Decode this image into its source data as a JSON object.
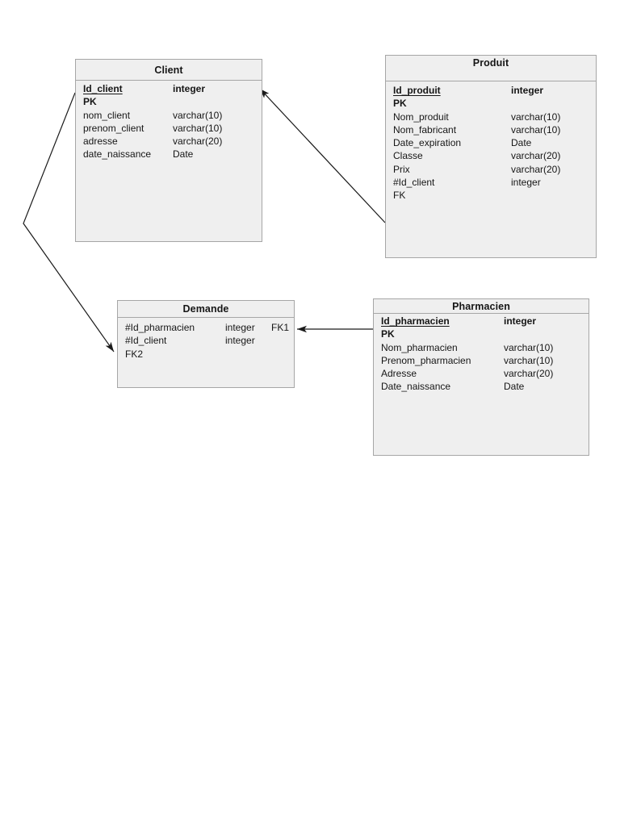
{
  "diagram": {
    "colors": {
      "page_background": "#ffffff",
      "box_fill": "#efefef",
      "box_border": "#a6a6a6",
      "connector_line": "#1a1a1a",
      "text": "#161616"
    },
    "entities": [
      {
        "id": "client",
        "title": "Client",
        "attributes": [
          {
            "name": "Id_client",
            "type": "integer",
            "is_key": true
          },
          {
            "name": "PK",
            "bold": true
          },
          {
            "name": "nom_client",
            "type": "varchar(10)"
          },
          {
            "name": "prenom_client",
            "type": "varchar(10)"
          },
          {
            "name": "adresse",
            "type": "varchar(20)"
          },
          {
            "name": "date_naissance",
            "type": "Date"
          }
        ]
      },
      {
        "id": "produit",
        "title": "Produit",
        "attributes": [
          {
            "name": "Id_produit",
            "type": "integer",
            "is_key": true
          },
          {
            "name": "PK",
            "bold": true
          },
          {
            "name": "Nom_produit",
            "type": "varchar(10)"
          },
          {
            "name": "Nom_fabricant",
            "type": "varchar(10)"
          },
          {
            "name": "Date_expiration",
            "type": "Date"
          },
          {
            "name": "Classe",
            "type": "varchar(20)"
          },
          {
            "name": "Prix",
            "type": "varchar(20)"
          },
          {
            "name": "#Id_client",
            "type": "integer"
          },
          {
            "name": "FK"
          }
        ]
      },
      {
        "id": "demande",
        "title": "Demande",
        "attributes": [
          {
            "name": "#Id_pharmacien",
            "type": "integer",
            "fk_label": "FK1"
          },
          {
            "name": "#Id_client",
            "type": "integer"
          },
          {
            "name": "FK2"
          }
        ]
      },
      {
        "id": "pharmacien",
        "title": "Pharmacien",
        "attributes": [
          {
            "name": "Id_pharmacien",
            "type": "integer",
            "is_key": true
          },
          {
            "name": "PK",
            "bold": true
          },
          {
            "name": "Nom_pharmacien",
            "type": "varchar(10)"
          },
          {
            "name": "Prenom_pharmacien",
            "type": "varchar(10)"
          },
          {
            "name": "Adresse",
            "type": "varchar(20)"
          },
          {
            "name": "Date_naissance",
            "type": "Date"
          }
        ]
      }
    ],
    "relations": [
      {
        "from": "Produit",
        "to": "Client"
      },
      {
        "from": "Client",
        "to": "Demande"
      },
      {
        "from": "Pharmacien",
        "to": "Demande"
      }
    ]
  }
}
